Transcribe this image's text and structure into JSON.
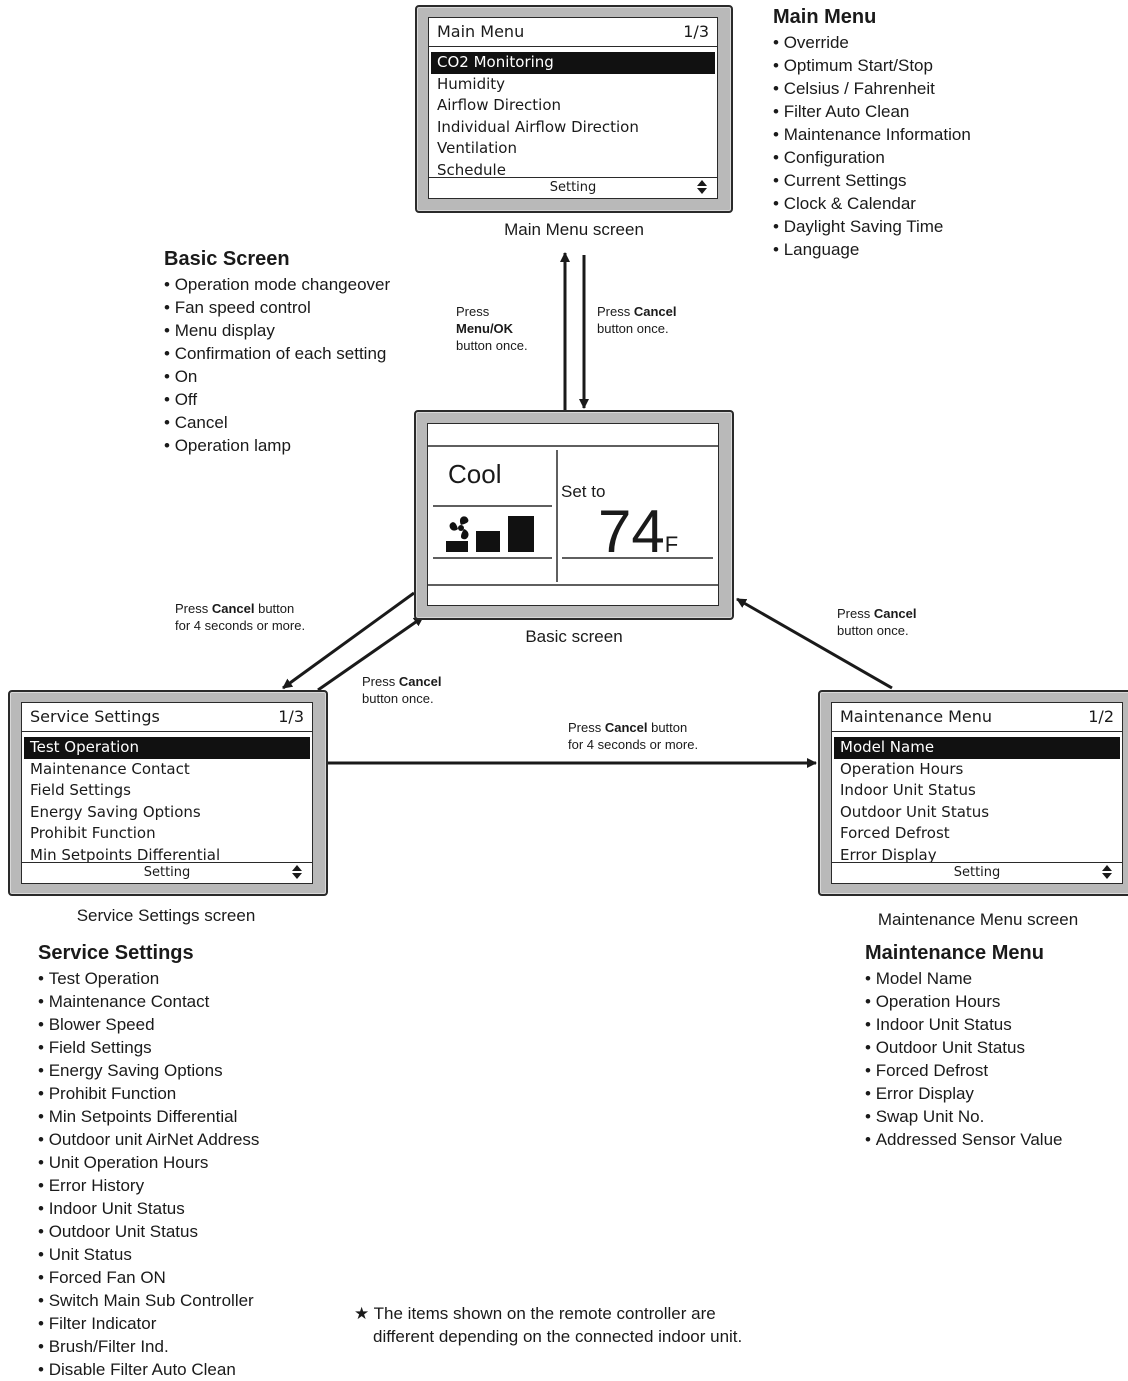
{
  "main_menu_screen": {
    "title": "Main Menu",
    "page": "1/3",
    "items": [
      "CO2 Monitoring",
      "Humidity",
      "Airflow Direction",
      "Individual Airflow Direction",
      "Ventilation",
      "Schedule"
    ],
    "footer": "Setting",
    "caption": "Main Menu screen"
  },
  "main_menu_list": {
    "heading": "Main Menu",
    "items": [
      "Override",
      "Optimum Start/Stop",
      "Celsius / Fahrenheit",
      "Filter Auto Clean",
      "Maintenance Information",
      "Configuration",
      "Current Settings",
      "Clock & Calendar",
      "Daylight Saving Time",
      "Language"
    ]
  },
  "basic_list": {
    "heading": "Basic Screen",
    "items": [
      "Operation mode changeover",
      "Fan speed control",
      "Menu display",
      "Confirmation of each setting",
      "On",
      "Off",
      "Cancel",
      "Operation lamp"
    ]
  },
  "basic_screen": {
    "mode": "Cool",
    "set_label": "Set to",
    "temperature": "74",
    "unit": "F",
    "caption": "Basic screen"
  },
  "notes": {
    "to_main": {
      "line1": "Press",
      "bold": "Menu/OK",
      "line3": "button once."
    },
    "from_main": {
      "pre": "Press ",
      "bold": "Cancel",
      "line2": "button once."
    },
    "to_service": {
      "pre": "Press ",
      "bold": "Cancel",
      "post": " button",
      "line2": "for 4 seconds or more."
    },
    "from_service": {
      "pre": "Press ",
      "bold": "Cancel",
      "line2": "button once."
    },
    "from_maintenance": {
      "pre": "Press ",
      "bold": "Cancel",
      "line2": "button once."
    },
    "service_to_maintenance": {
      "pre": "Press ",
      "bold": "Cancel",
      "post": " button",
      "line2": "for 4 seconds or more."
    }
  },
  "service_screen": {
    "title": "Service Settings",
    "page": "1/3",
    "items": [
      "Test Operation",
      "Maintenance Contact",
      "Field Settings",
      "Energy Saving Options",
      "Prohibit Function",
      "Min Setpoints Differential"
    ],
    "footer": "Setting",
    "caption": "Service Settings screen"
  },
  "service_list": {
    "heading": "Service Settings",
    "items": [
      "Test Operation",
      "Maintenance Contact",
      "Blower Speed",
      "Field Settings",
      "Energy Saving Options",
      "Prohibit Function",
      "Min Setpoints Differential",
      "Outdoor unit AirNet Address",
      "Unit Operation Hours",
      "Error History",
      "Indoor Unit Status",
      "Outdoor Unit Status",
      "Unit Status",
      "Forced Fan ON",
      "Switch Main Sub Controller",
      "Filter Indicator",
      "Brush/Filter Ind.",
      "Disable Filter Auto Clean"
    ]
  },
  "maintenance_screen": {
    "title": "Maintenance Menu",
    "page": "1/2",
    "items": [
      "Model Name",
      "Operation Hours",
      "Indoor Unit Status",
      "Outdoor Unit Status",
      "Forced Defrost",
      "Error Display"
    ],
    "footer": "Setting",
    "caption": "Maintenance Menu screen"
  },
  "maintenance_list": {
    "heading": "Maintenance Menu",
    "items": [
      "Model Name",
      "Operation Hours",
      "Indoor Unit Status",
      "Outdoor Unit Status",
      "Forced Defrost",
      "Error Display",
      "Swap Unit No.",
      "Addressed Sensor Value"
    ]
  },
  "footnote": {
    "line1": "★ The items shown on the remote controller are",
    "line2": "different depending on the connected indoor unit."
  }
}
